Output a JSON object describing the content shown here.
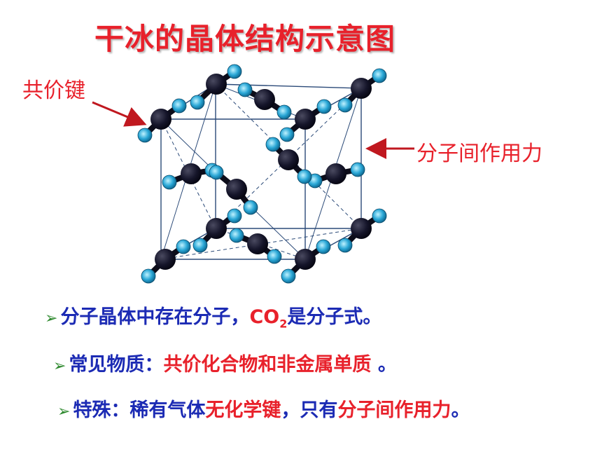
{
  "title": "干冰的晶体结构示意图",
  "labels": {
    "covalent_bond": "共价键",
    "intermolecular_force": "分子间作用力"
  },
  "bullets": [
    {
      "mark": "➢",
      "part1": "分子晶体中存在分子，",
      "co_prefix": "CO",
      "co_sub": "2",
      "part2": "是分子式。"
    },
    {
      "mark": "➢",
      "part1": "常见物质：",
      "part2": "共价化合物和非金属单质",
      "part3": " 。"
    },
    {
      "mark": "➢",
      "part1": "特殊：稀有气体",
      "part2": "无化学键",
      "part3": "，只有",
      "part4": "分子间作用力",
      "part5": "。"
    }
  ],
  "colors": {
    "title": "#e8212b",
    "highlight": "#e8212b",
    "body_text": "#1c2bb4",
    "bullet_mark": "#2f8a2f",
    "carbon": "#1a1a2e",
    "oxygen": "#2aa7d6"
  }
}
